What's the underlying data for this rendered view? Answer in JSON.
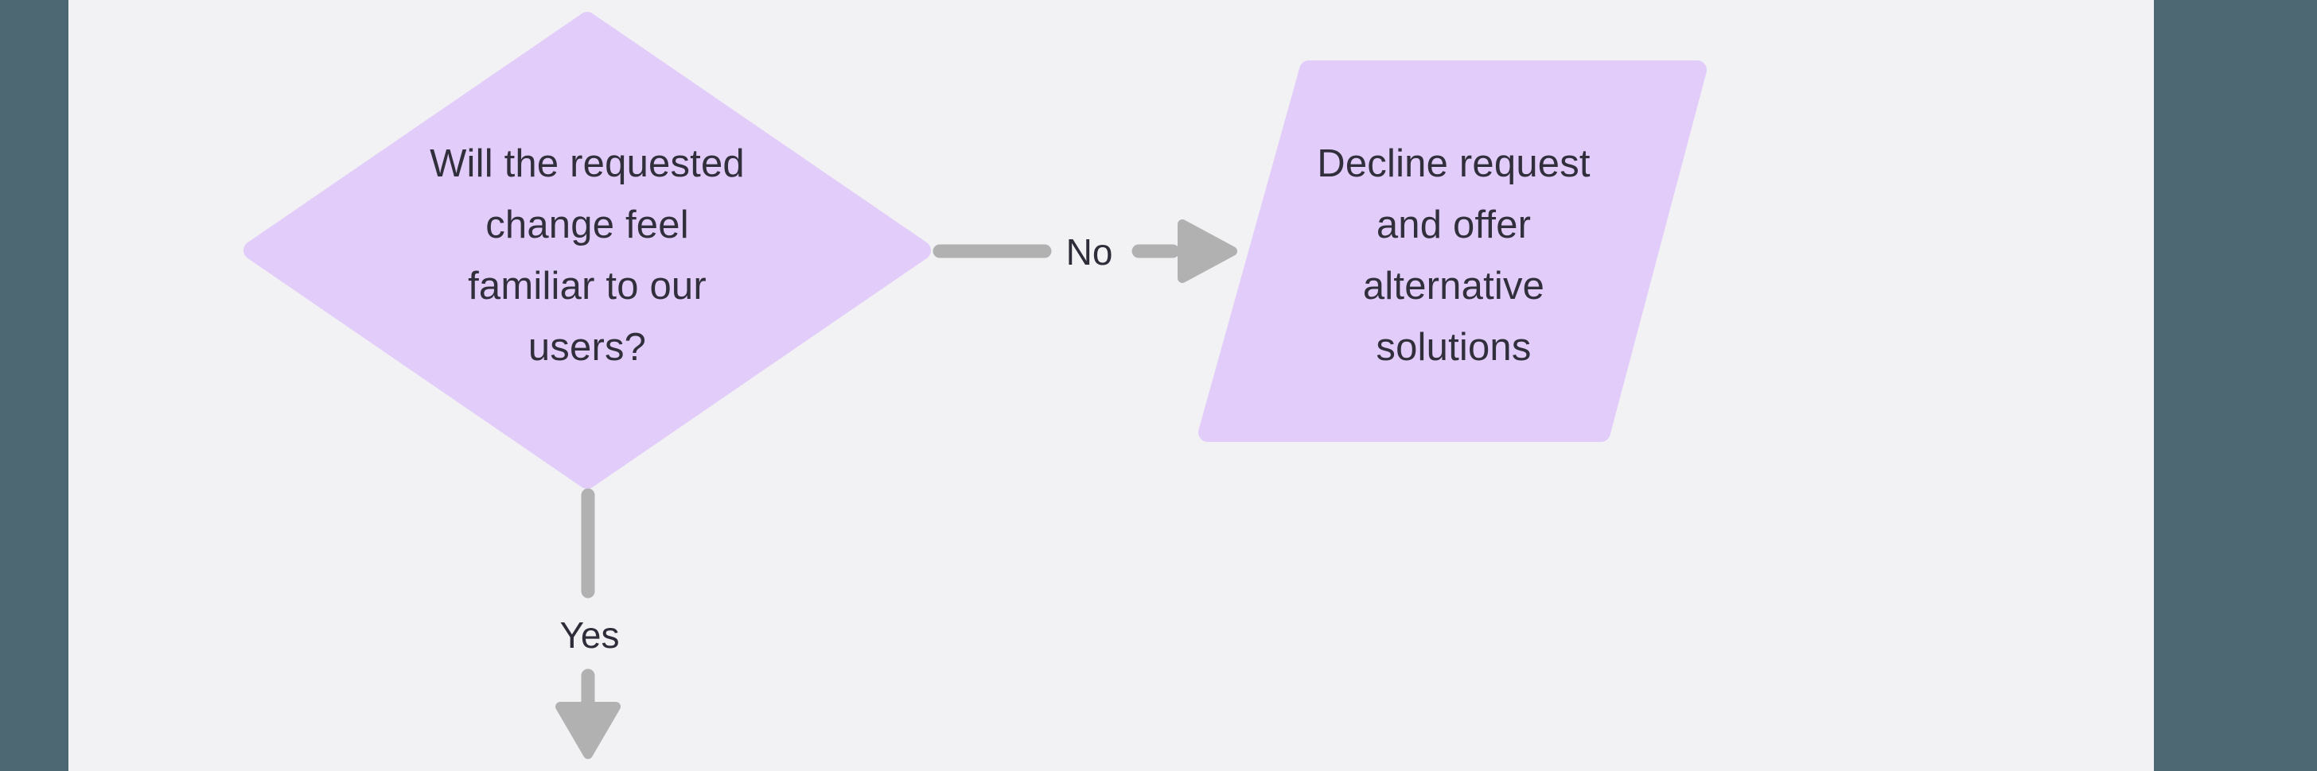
{
  "colors": {
    "canvas_bg": "#f2f1f3",
    "edge_bar": "#4d6872",
    "node_fill": "#e2cdfa",
    "arrow": "#b2b1b2",
    "node_text": "#322f3d",
    "label_text": "#2f2d3a"
  },
  "flowchart": {
    "decision_node": {
      "type": "decision-diamond",
      "label": "Will the requested\nchange feel\nfamiliar to our\nusers?"
    },
    "no_connector": {
      "label": "No"
    },
    "yes_connector": {
      "label": "Yes"
    },
    "decline_node": {
      "type": "output-parallelogram",
      "label": "Decline request\nand offer\nalternative\nsolutions"
    }
  }
}
